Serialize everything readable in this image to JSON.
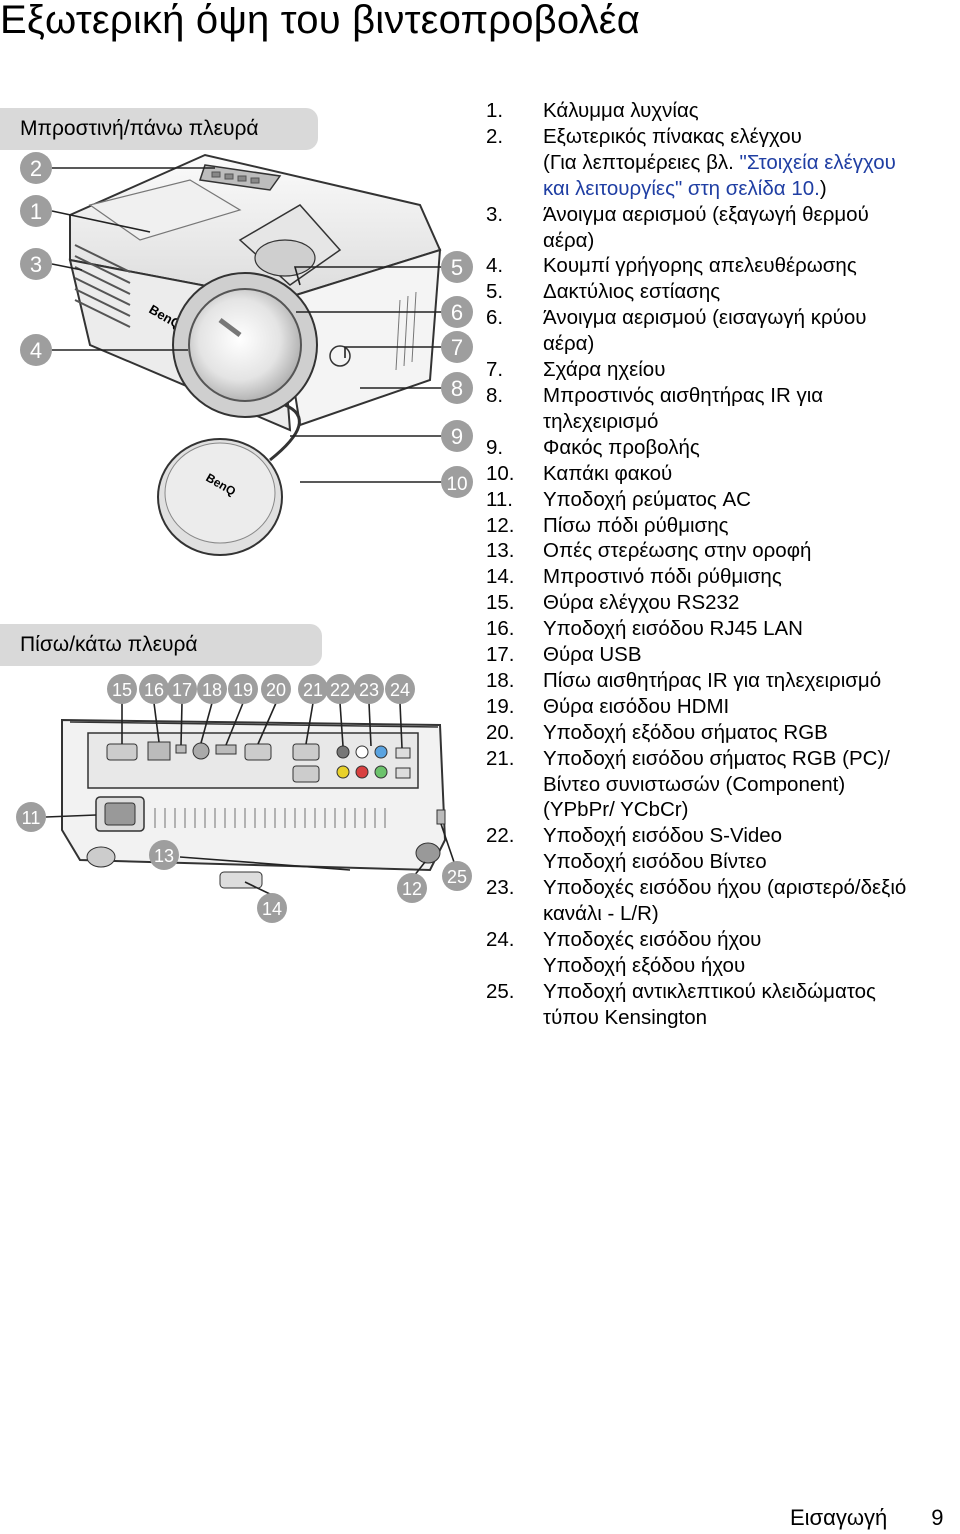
{
  "page": {
    "title": "Εξωτερική όψη του βιντεοπροβολέα"
  },
  "sections": {
    "front_top": "Μπροστινή/πάνω πλευρά",
    "rear_bottom": "Πίσω/κάτω πλευρά"
  },
  "callouts": {
    "front": [
      "2",
      "1",
      "3",
      "4",
      "5",
      "6",
      "7",
      "8",
      "9",
      "10"
    ],
    "rear_top": [
      "15",
      "16",
      "17",
      "18",
      "19",
      "20",
      "21",
      "22",
      "23",
      "24"
    ],
    "rear_other": [
      "11",
      "13",
      "14",
      "12",
      "25"
    ]
  },
  "device_labels": {
    "brand": "BenQ"
  },
  "items": [
    {
      "num": "1.",
      "text": "Κάλυμμα λυχνίας"
    },
    {
      "num": "2.",
      "text": "Εξωτερικός πίνακας ελέγχου",
      "text2_pre": "(Για λεπτομέρειες βλ. ",
      "link": "\"Στοιχεία ελέγχου\nκαι λειτουργίες\" στη σελίδα 10.",
      "text2_post": ")"
    },
    {
      "num": "3.",
      "text": "Άνοιγμα αερισμού (εξαγωγή θερμού\nαέρα)"
    },
    {
      "num": "4.",
      "text": "Κουμπί γρήγορης απελευθέρωσης"
    },
    {
      "num": "5.",
      "text": "Δακτύλιος εστίασης"
    },
    {
      "num": "6.",
      "text": "Άνοιγμα αερισμού (εισαγωγή κρύου\nαέρα)"
    },
    {
      "num": "7.",
      "text": "Σχάρα ηχείου"
    },
    {
      "num": "8.",
      "text": "Μπροστινός αισθητήρας IR για\nτηλεχειρισμό"
    },
    {
      "num": "9.",
      "text": "Φακός προβολής"
    },
    {
      "num": "10.",
      "text": "Καπάκι φακού"
    },
    {
      "num": "11.",
      "text": "Υποδοχή ρεύματος AC"
    },
    {
      "num": "12.",
      "text": "Πίσω πόδι ρύθμισης"
    },
    {
      "num": "13.",
      "text": "Οπές στερέωσης στην οροφή"
    },
    {
      "num": "14.",
      "text": "Μπροστινό πόδι ρύθμισης"
    },
    {
      "num": "15.",
      "text": "Θύρα ελέγχου RS232"
    },
    {
      "num": "16.",
      "text": "Υποδοχή εισόδου RJ45 LAN"
    },
    {
      "num": "17.",
      "text": "Θύρα USB"
    },
    {
      "num": "18.",
      "text": "Πίσω αισθητήρας IR για τηλεχειρισμό"
    },
    {
      "num": "19.",
      "text": "Θύρα εισόδου HDMI"
    },
    {
      "num": "20.",
      "text": "Υποδοχή εξόδου σήματος RGB"
    },
    {
      "num": "21.",
      "text": "Υποδοχή εισόδου σήματος RGB (PC)/\nΒίντεο συνιστωσών (Component)\n(YPbPr/ YCbCr)"
    },
    {
      "num": "22.",
      "text": "Υποδοχή εισόδου S-Video\nΥποδοχή εισόδου Βίντεο"
    },
    {
      "num": "23.",
      "text": "Υποδοχές εισόδου ήχου (αριστερό/δεξιό\nκανάλι - L/R)"
    },
    {
      "num": "24.",
      "text": "Υποδοχές εισόδου ήχου\nΥποδοχή εξόδου ήχου"
    },
    {
      "num": "25.",
      "text": "Υποδοχή αντικλεπτικού κλειδώματος\nτύπου Kensington"
    }
  ],
  "footer": {
    "section": "Εισαγωγή",
    "page_number": "9"
  }
}
